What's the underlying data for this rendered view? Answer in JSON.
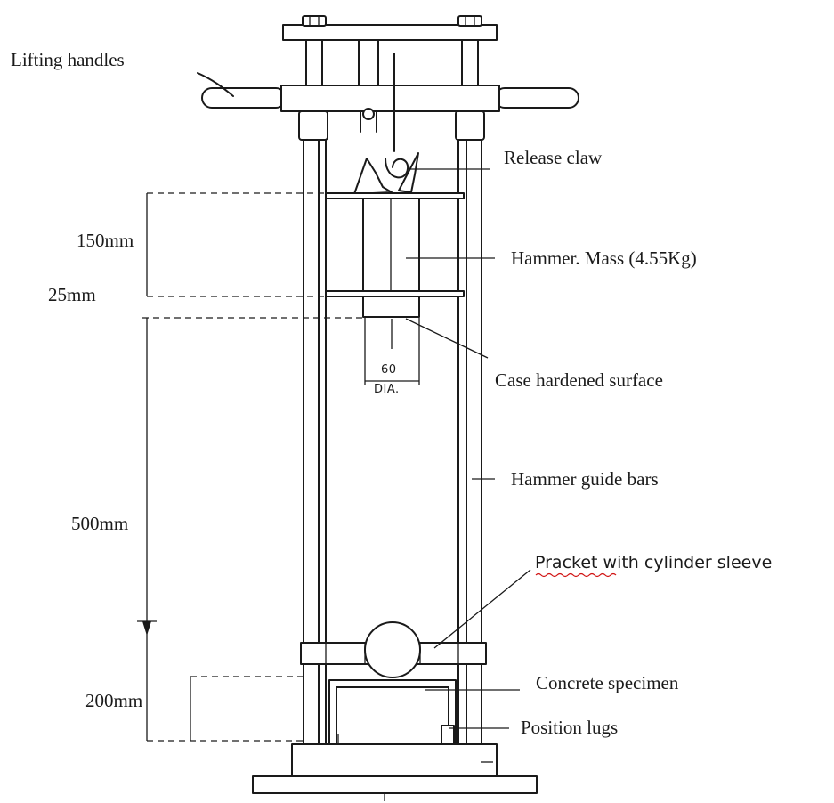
{
  "labels": {
    "lifting_handles": "Lifting handles",
    "release_claw": "Release claw",
    "hammer_mass": "Hammer. Mass (4.55Kg)",
    "case_hardened": "Case hardened surface",
    "guide_bars": "Hammer guide bars",
    "bracket": "Pracket with cylinder sleeve",
    "concrete_specimen": "Concrete specimen",
    "position_lugs": "Position lugs"
  },
  "dimensions": {
    "d150": "150mm",
    "d25": "25mm",
    "d500": "500mm",
    "d200": "200mm",
    "dia_value": "60",
    "dia_unit": "DIA."
  }
}
